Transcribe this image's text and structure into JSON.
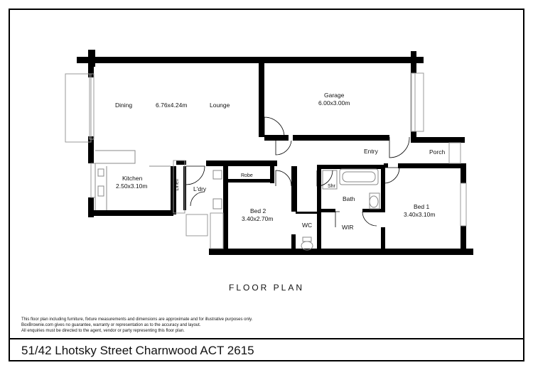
{
  "plan": {
    "title": "FLOOR PLAN",
    "rooms": {
      "dining": "Dining",
      "lounge_dims": "6.76x4.24m",
      "lounge": "Lounge",
      "garage": "Garage",
      "garage_dims": "6.00x3.00m",
      "entry": "Entry",
      "porch": "Porch",
      "kitchen": "Kitchen",
      "kitchen_dims": "2.50x3.10m",
      "linen": "Linen",
      "laundry": "L'dry",
      "robe": "Robe",
      "bed2": "Bed 2",
      "bed2_dims": "3.40x2.70m",
      "shower": "Shr",
      "bath": "Bath",
      "bed1": "Bed 1",
      "bed1_dims": "3.40x3.10m",
      "wc": "WC",
      "wir": "WIR"
    }
  },
  "disclaimer": [
    "This floor plan including furniture, fixture measurements and dimensions are approximate and for illustrative purposes only.",
    "BoxBrownie.com gives no guarantee, warranty or representation as to the accuracy and layout.",
    "All enquiries must be directed to the agent, vendor or party representing this floor plan."
  ],
  "address": "51/42 Lhotsky Street Charnwood ACT 2615",
  "colors": {
    "wall": "#000000",
    "fixture": "#888888",
    "background": "#ffffff"
  }
}
